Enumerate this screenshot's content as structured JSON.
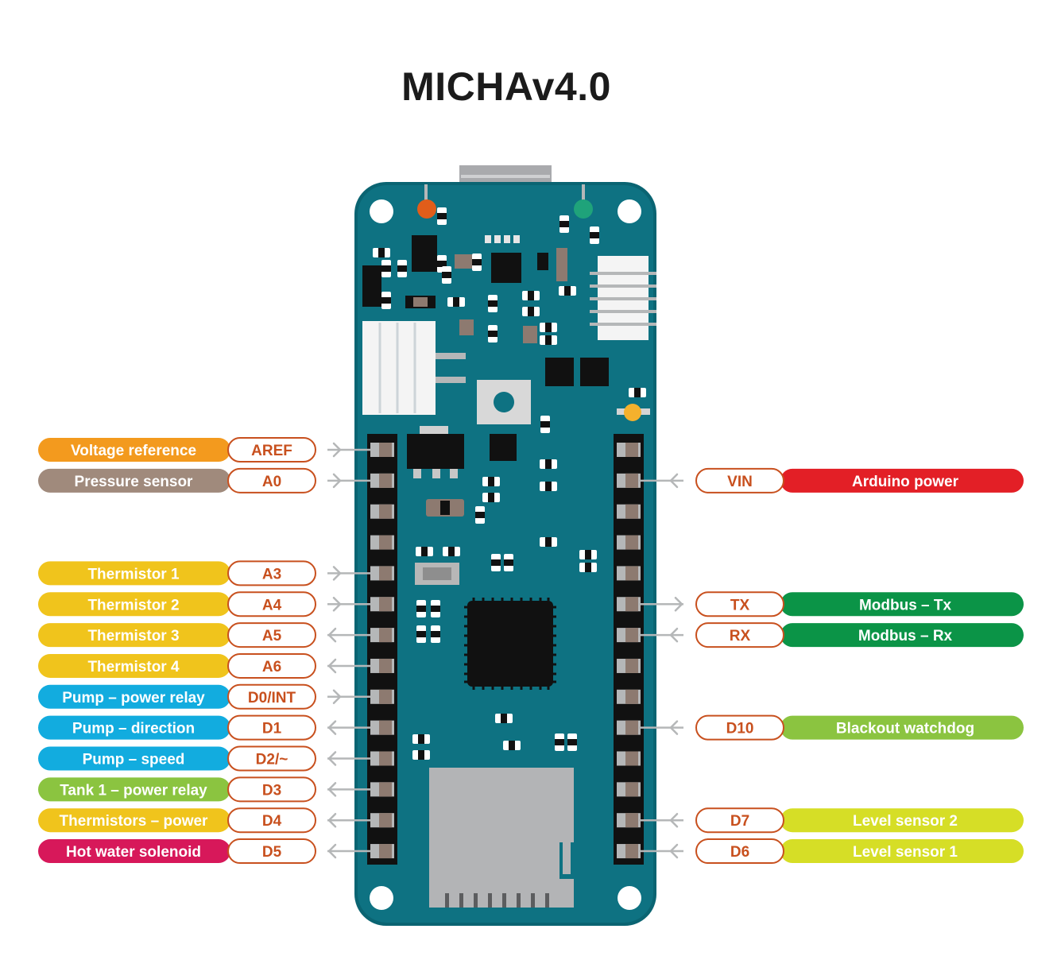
{
  "title": "MICHAv4.0",
  "colors": {
    "board": "#0e7282",
    "board_dark": "#0a6472",
    "pin_label_text": "#c8501e",
    "orange": "#f39a1e",
    "taupe": "#a08a7c",
    "yellow": "#f0c41c",
    "blue": "#12acdf",
    "light_green": "#8bc440",
    "magenta": "#d7185a",
    "red": "#e31f26",
    "dark_green": "#0b9447",
    "lime": "#d6de26"
  },
  "left_pins": [
    {
      "pin": "AREF",
      "function": "Voltage reference",
      "color": "orange",
      "direction": "in"
    },
    {
      "pin": "A0",
      "function": "Pressure sensor",
      "color": "taupe",
      "direction": "in"
    },
    {
      "pin": "A3",
      "function": "Thermistor 1",
      "color": "yellow",
      "direction": "in"
    },
    {
      "pin": "A4",
      "function": "Thermistor 2",
      "color": "yellow",
      "direction": "in"
    },
    {
      "pin": "A5",
      "function": "Thermistor 3",
      "color": "yellow",
      "direction": "out"
    },
    {
      "pin": "A6",
      "function": "Thermistor 4",
      "color": "yellow",
      "direction": "out"
    },
    {
      "pin": "D0/INT",
      "function": "Pump – power relay",
      "color": "blue",
      "direction": "in"
    },
    {
      "pin": "D1",
      "function": "Pump – direction",
      "color": "blue",
      "direction": "out"
    },
    {
      "pin": "D2/~",
      "function": "Pump – speed",
      "color": "blue",
      "direction": "out"
    },
    {
      "pin": "D3",
      "function": "Tank 1 – power relay",
      "color": "light_green",
      "direction": "out"
    },
    {
      "pin": "D4",
      "function": "Thermistors – power",
      "color": "yellow",
      "direction": "out"
    },
    {
      "pin": "D5",
      "function": "Hot water solenoid",
      "color": "magenta",
      "direction": "out"
    }
  ],
  "right_pins": [
    {
      "pin": "VIN",
      "function": "Arduino power",
      "color": "red",
      "direction": "in"
    },
    {
      "pin": "TX",
      "function": "Modbus – Tx",
      "color": "dark_green",
      "direction": "out"
    },
    {
      "pin": "RX",
      "function": "Modbus – Rx",
      "color": "dark_green",
      "direction": "in"
    },
    {
      "pin": "D10",
      "function": "Blackout watchdog",
      "color": "light_green",
      "direction": "in"
    },
    {
      "pin": "D7",
      "function": "Level sensor 2",
      "color": "lime",
      "direction": "in"
    },
    {
      "pin": "D6",
      "function": "Level sensor 1",
      "color": "lime",
      "direction": "in"
    }
  ]
}
